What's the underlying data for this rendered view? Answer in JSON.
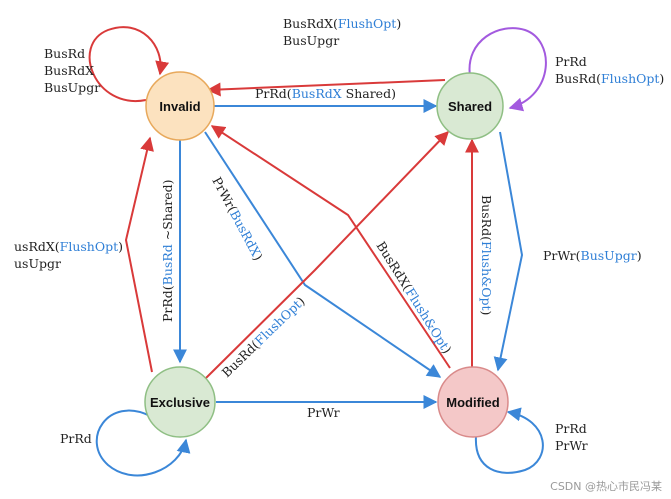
{
  "states": {
    "invalid": "Invalid",
    "shared": "Shared",
    "exclusive": "Exclusive",
    "modified": "Modified"
  },
  "colors": {
    "red": "#d93a3a",
    "blue": "#3b87d8",
    "purple": "#a35adf",
    "invalid_fill": "#fce2bf",
    "invalid_stroke": "#e8a95c",
    "shared_fill": "#d9e9d3",
    "shared_stroke": "#8fbf84",
    "exclusive_fill": "#d9e9d3",
    "exclusive_stroke": "#8fbf84",
    "modified_fill": "#f4c8c8",
    "modified_stroke": "#d98a8a",
    "highlight": "#2f7fd6"
  },
  "labels": {
    "invalid_loop": [
      "BusRd",
      "BusRdX",
      "BusUpgr"
    ],
    "shared_loop_1": "PrRd",
    "shared_loop_2a": "BusRd(",
    "shared_loop_2b": "FlushOpt",
    "shared_loop_2c": ")",
    "shared_to_invalid_1a": "BusRdX(",
    "shared_to_invalid_1b": "FlushOpt",
    "shared_to_invalid_1c": ")",
    "shared_to_invalid_2": "BusUpgr",
    "invalid_to_shared_a": "PrRd(",
    "invalid_to_shared_b": "BusRdX",
    "invalid_to_shared_c": " Shared)",
    "exclusive_to_invalid_1a": "usRdX(",
    "exclusive_to_invalid_1b": "FlushOpt",
    "exclusive_to_invalid_1c": ")",
    "exclusive_to_invalid_2": "usUpgr",
    "invalid_to_exclusive_a": "PrRd(",
    "invalid_to_exclusive_b": "BusRd",
    "invalid_to_exclusive_c": " ~Shared)",
    "invalid_to_modified_a": "PrWr(",
    "invalid_to_modified_b": "BusRdX",
    "invalid_to_modified_c": ")",
    "modified_to_invalid_a": "BusRdX(",
    "modified_to_invalid_b": "Flush&Opt",
    "modified_to_invalid_c": ")",
    "exclusive_to_shared_a": "BusRd(",
    "exclusive_to_shared_b": "FlushOpt",
    "exclusive_to_shared_c": ")",
    "modified_to_shared_a": "BusRd(",
    "modified_to_shared_b": "Flush&Opt",
    "modified_to_shared_c": ")",
    "shared_to_modified_a": "PrWr(",
    "shared_to_modified_b": "BusUpgr",
    "shared_to_modified_c": ")",
    "exclusive_to_modified": "PrWr",
    "exclusive_loop": "PrRd",
    "modified_loop_1": "PrRd",
    "modified_loop_2": "PrWr"
  },
  "watermark": "CSDN @热心市民冯某"
}
